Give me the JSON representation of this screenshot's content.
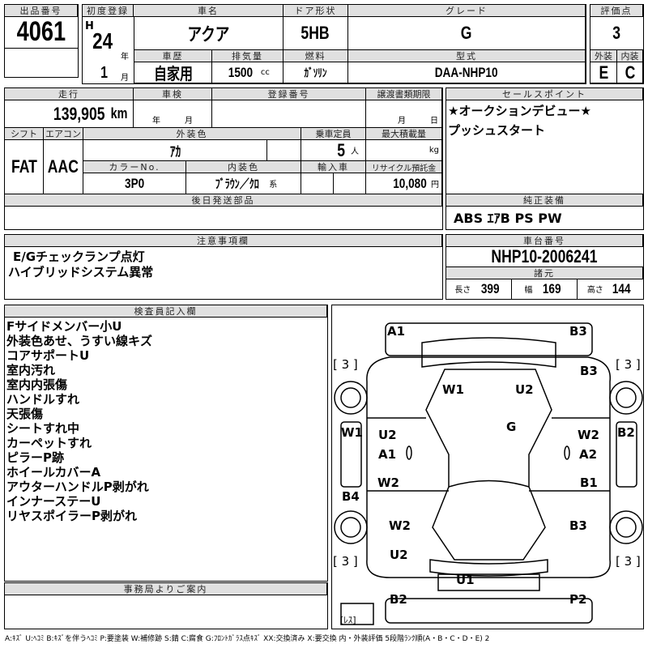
{
  "lot": {
    "label": "出品番号",
    "value": "4061"
  },
  "car": {
    "first_reg_label": "初度登録",
    "era": "H",
    "year": "24",
    "year_unit": "年",
    "month": "1",
    "month_unit": "月",
    "name_label": "車名",
    "name": "アクア",
    "door_label": "ドア形状",
    "door": "5HB",
    "grade_label": "グレード",
    "grade": "G",
    "history_label": "車歴",
    "history": "自家用",
    "displacement_label": "排気量",
    "displacement": "1500",
    "displacement_unit": "cc",
    "fuel_label": "燃料",
    "fuel": "ｶﾞｿﾘﾝ",
    "model_label": "型式",
    "model": "DAA-NHP10"
  },
  "score": {
    "label": "評価点",
    "value": "3",
    "ext_label": "外装",
    "int_label": "内装",
    "ext": "E",
    "int": "C"
  },
  "details": {
    "mileage_label": "走行",
    "mileage": "139,905",
    "mileage_unit": "km",
    "inspection_label": "車検",
    "inspection_year_unit": "年",
    "inspection_month_unit": "月",
    "reg_no_label": "登録番号",
    "transfer_label": "譲渡書類期限",
    "transfer_month_unit": "月",
    "transfer_day_unit": "日",
    "shift_label": "シフト",
    "shift": "FAT",
    "ac_label": "エアコン",
    "ac": "AAC",
    "ext_color_label": "外装色",
    "ext_color": "ｱｶ",
    "capacity_label": "乗車定員",
    "capacity": "5",
    "capacity_unit": "人",
    "max_load_label": "最大積載量",
    "max_load_unit": "kg",
    "color_no_label": "カラーNo.",
    "color_no": "3P0",
    "int_color_label": "内装色",
    "int_color": "ﾌﾞﾗｳﾝ／ｸﾛ",
    "int_color_unit": "系",
    "import_label": "輸入車",
    "recycle_label": "リサイクル預託金",
    "recycle": "10,080",
    "recycle_unit": "円",
    "later_parts_label": "後日発送部品"
  },
  "sales_points": {
    "label": "セールスポイント",
    "items": [
      "★オークションデビュー★",
      "プッシュスタート"
    ]
  },
  "equipment": {
    "label": "純正装備",
    "value": "ABS ｴｱB PS PW"
  },
  "notes": {
    "label": "注意事項欄",
    "items": [
      "E/Gチェックランプ点灯",
      "ハイブリッドシステム異常"
    ]
  },
  "chassis": {
    "label": "車台番号",
    "value": "NHP10-2006241",
    "spec_label": "諸元",
    "length_label": "長さ",
    "length": "399",
    "width_label": "幅",
    "width": "169",
    "height_label": "高さ",
    "height": "144"
  },
  "inspector": {
    "label": "検査員記入欄",
    "items": [
      "Fサイドメンバー小U",
      "外装色あせ、うすい線キズ",
      "コアサポートU",
      "室内汚れ",
      "室内内張傷",
      "ハンドルすれ",
      "天張傷",
      "シートすれ中",
      "カーペットすれ",
      "ピラーP跡",
      "ホイールカバーA",
      "アウターハンドルP剥がれ",
      "インナーステーU",
      "リヤスポイラーP剥がれ"
    ]
  },
  "office": {
    "label": "事務局よりご案内"
  },
  "diagram": {
    "marks": [
      "A1",
      "B3",
      "B3",
      "W1",
      "U2",
      "G",
      "W1",
      "U2",
      "A1",
      "W2",
      "A2",
      "B2",
      "W2",
      "B1",
      "B4",
      "W2",
      "B3",
      "U2",
      "U1",
      "B2",
      "P2"
    ],
    "tire_labels": [
      "[ 3 ]",
      "[ 3 ]",
      "[ 3 ]",
      "[ 3 ]"
    ],
    "spare": "[ﾚｽ]"
  },
  "legend": "A:ｷｽﾞ U:ﾍｺﾐ B:ｷｽﾞを伴うﾍｺﾐ P:要塗装 W:補修跡 S:錆 C:腐食 G:ﾌﾛﾝﾄｶﾞﾗｽ点ｷｽﾞ XX:交換済み X:要交換 内・外装評価 5段階ﾗﾝｸ順(A・B・C・D・E) 2"
}
